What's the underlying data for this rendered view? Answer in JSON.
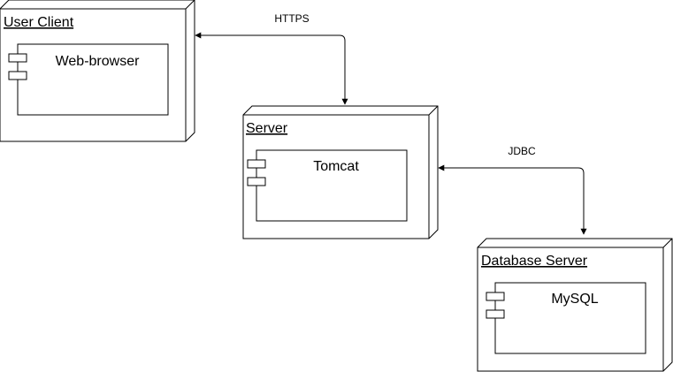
{
  "nodes": {
    "user_client": {
      "title": "User Client",
      "component": "Web-browser"
    },
    "server": {
      "title": "Server",
      "component": "Tomcat"
    },
    "database_server": {
      "title": "Database Server",
      "component": "MySQL"
    }
  },
  "connections": {
    "https": {
      "label": "HTTPS"
    },
    "jdbc": {
      "label": "JDBC"
    }
  }
}
